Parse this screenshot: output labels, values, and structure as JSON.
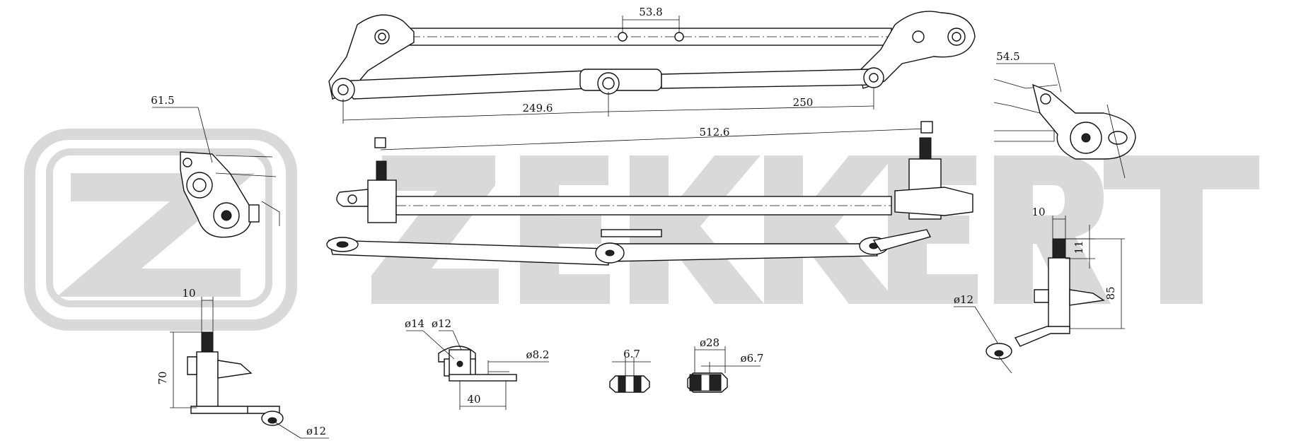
{
  "watermark": {
    "text": "ZEKKERT",
    "color": "#d9d9d9"
  },
  "dimensions": {
    "top_hole_spacing": "53.8",
    "left_link_length": "249.6",
    "right_link_length": "250",
    "pivot_spacing": "512.6",
    "left_crank_radius": "61.5",
    "right_crank_radius": "54.5",
    "left_shaft_width": "10",
    "left_shaft_height": "70",
    "left_ball_diameter": "ø12",
    "right_shaft_width": "10",
    "right_spline_height": "11",
    "right_shaft_height": "85",
    "right_ball_diameter": "ø12",
    "center_outer_diameter": "ø14",
    "center_ball_diameter": "ø12",
    "center_hole_diameter": "ø8.2",
    "center_arm_length": "40",
    "bushing_small_width": "6.7",
    "bushing_large_outer": "ø28",
    "bushing_large_inner": "ø6.7"
  },
  "line_color": "#111111"
}
